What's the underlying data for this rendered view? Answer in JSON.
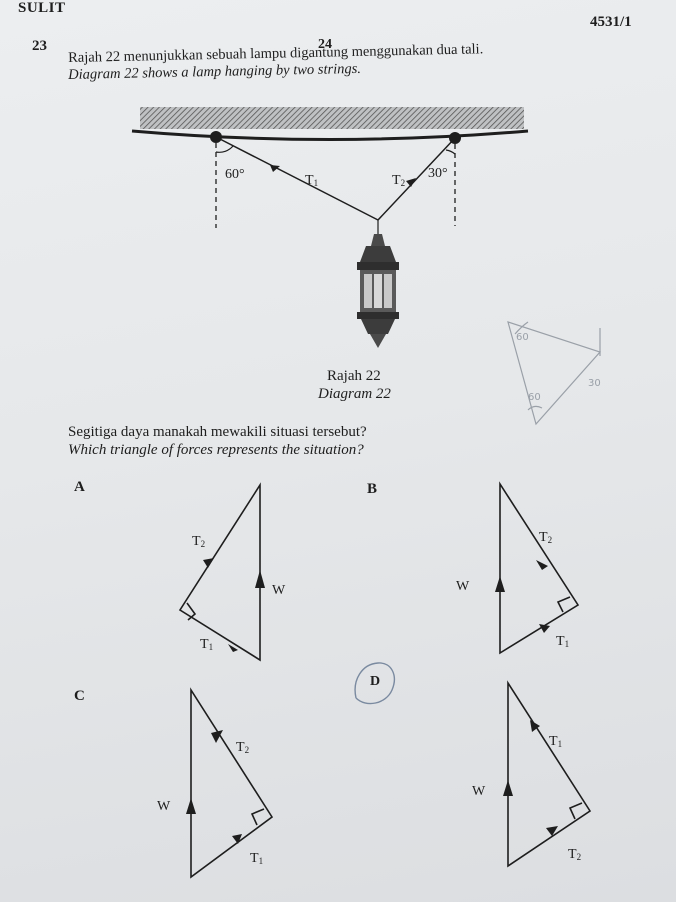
{
  "header": {
    "left": "SULIT",
    "right": "4531/1",
    "page_number": "24"
  },
  "question": {
    "number": "23",
    "line_malay": "Rajah 22 menunjukkan sebuah lampu digantung menggunakan dua tali.",
    "line_english": "Diagram 22 shows a lamp hanging by two strings."
  },
  "diagram": {
    "angle_left": "60°",
    "angle_right": "30°",
    "tension_1": "T",
    "tension_2": "T",
    "sub_1": "1",
    "sub_2": "2",
    "caption_malay": "Rajah 22",
    "caption_english": "Diagram 22"
  },
  "handwriting": {
    "angle_top": "60",
    "angle_bottom": "60",
    "angle_right": "30"
  },
  "prompt": {
    "malay": "Segitiga daya manakah mewakili situasi tersebut?",
    "english": "Which triangle of forces represents the situation?"
  },
  "options": [
    {
      "letter": "A",
      "top_label": "T",
      "top_sub": "2",
      "side_label": "W",
      "bottom_label": "T",
      "bottom_sub": "1"
    },
    {
      "letter": "B",
      "top_label": "T",
      "top_sub": "2",
      "side_label": "W",
      "bottom_label": "T",
      "bottom_sub": "1"
    },
    {
      "letter": "C",
      "top_label": "T",
      "top_sub": "2",
      "side_label": "W",
      "bottom_label": "T",
      "bottom_sub": "1"
    },
    {
      "letter": "D",
      "top_label": "T",
      "top_sub": "1",
      "side_label": "W",
      "bottom_label": "T",
      "bottom_sub": "2",
      "circled": true
    }
  ]
}
